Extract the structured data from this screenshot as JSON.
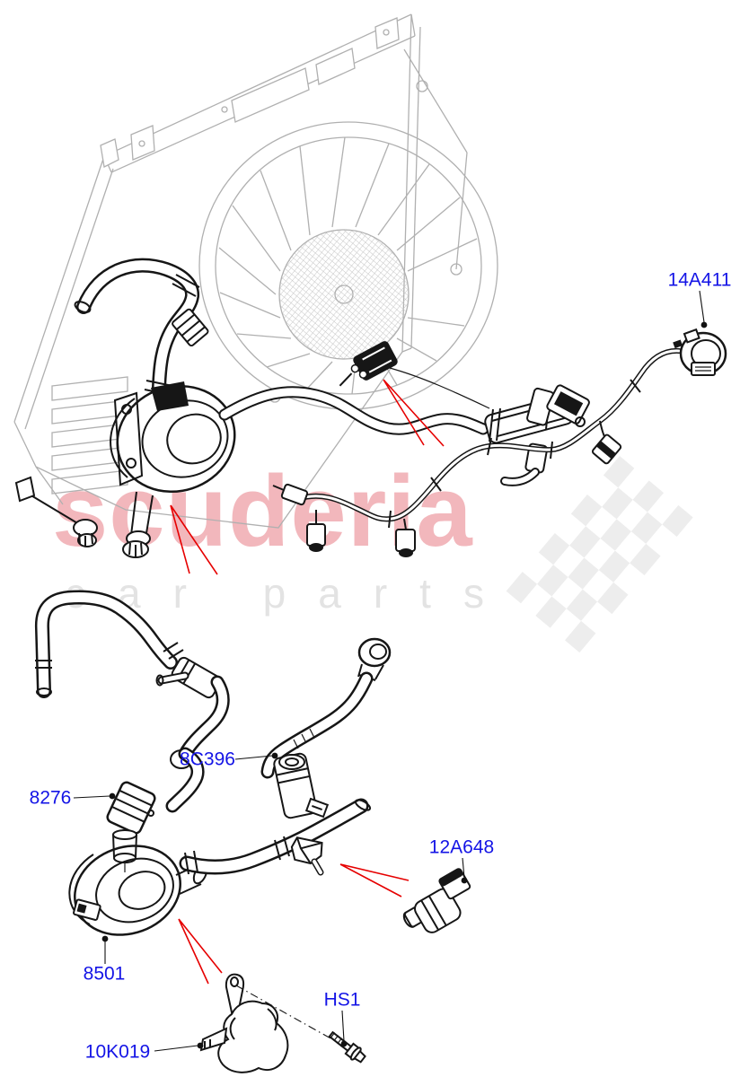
{
  "theme": {
    "label-blue": "#1414e6",
    "arrow-red": "#e60000",
    "art-gray": "#b0b0b0",
    "part-black": "#161616",
    "brand-pink": "#f2b7bc",
    "tagline-gray": "#e3e3e3",
    "flag-gray": "#ededed",
    "bg": "#ffffff"
  },
  "watermark": {
    "brand": "scuderia",
    "tagline": "car parts"
  },
  "diagram": {
    "labels": [
      {
        "part_no": "14A411"
      },
      {
        "part_no": "8C396"
      },
      {
        "part_no": "8276"
      },
      {
        "part_no": "12A648"
      },
      {
        "part_no": "8501"
      },
      {
        "part_no": "HS1"
      },
      {
        "part_no": "10K019"
      }
    ]
  }
}
